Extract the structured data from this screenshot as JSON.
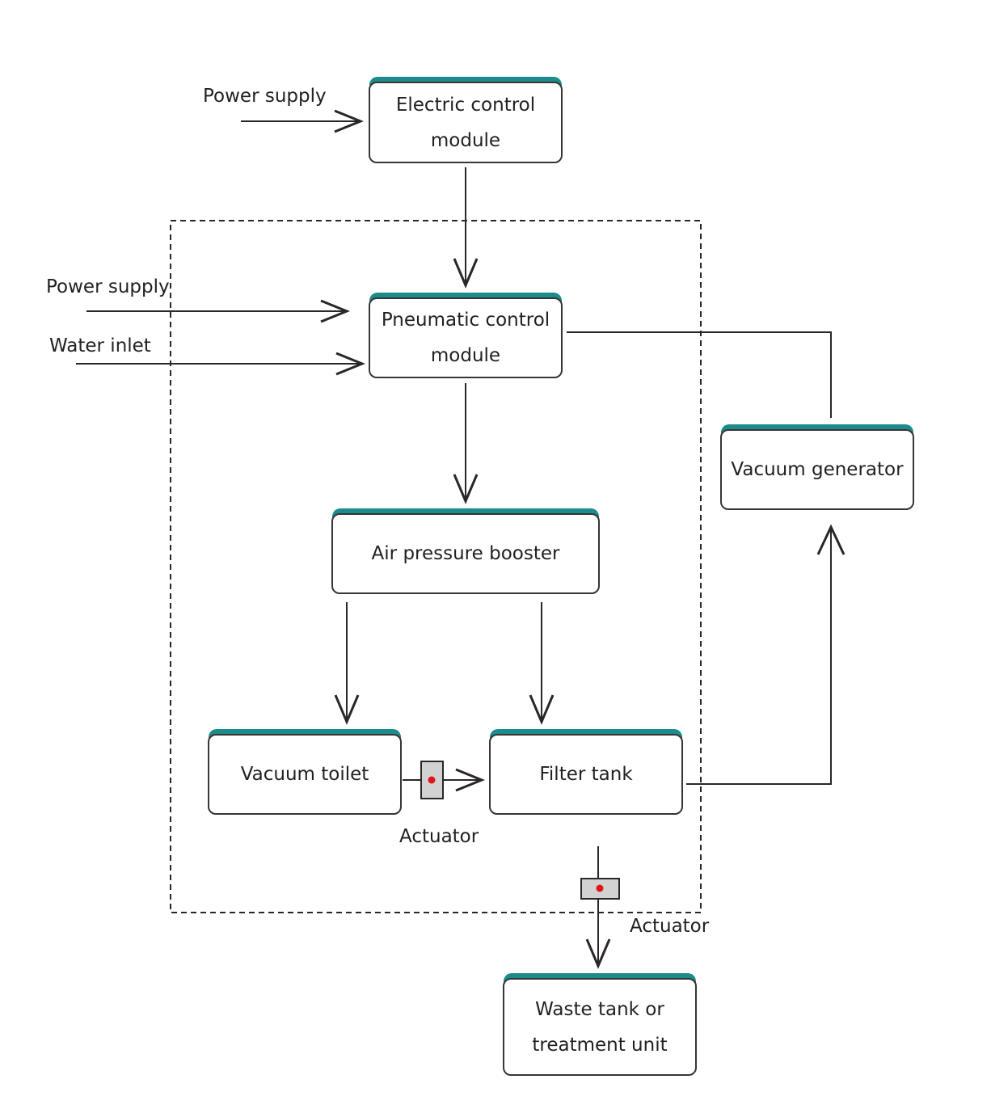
{
  "colors": {
    "accent_band": "#1b8c8c",
    "stroke": "#2b2627",
    "actuator_fill": "#d2d2d2",
    "actuator_dot": "#e0161b"
  },
  "nodes": {
    "electric_control": {
      "line1": "Electric control",
      "line2": "module"
    },
    "pneumatic_control": {
      "line1": "Pneumatic control",
      "line2": "module"
    },
    "air_pressure_booster": {
      "line1": "Air pressure booster"
    },
    "vacuum_toilet": {
      "line1": "Vacuum toilet"
    },
    "filter_tank": {
      "line1": "Filter tank"
    },
    "vacuum_generator": {
      "line1": "Vacuum generator"
    },
    "waste_tank": {
      "line1": "Waste tank or",
      "line2": "treatment unit"
    }
  },
  "inputs": {
    "power_supply_top": "Power supply",
    "power_supply_left": "Power supply",
    "water_inlet": "Water inlet"
  },
  "actuators": {
    "toilet_to_filter": "Actuator",
    "filter_to_waste": "Actuator"
  },
  "edges": [
    {
      "from": "Power supply",
      "to": "Electric control module"
    },
    {
      "from": "Electric control module",
      "to": "Pneumatic control module"
    },
    {
      "from": "Power supply",
      "to": "Pneumatic control module"
    },
    {
      "from": "Water inlet",
      "to": "Pneumatic control module"
    },
    {
      "from": "Pneumatic control module",
      "to": "Air pressure booster"
    },
    {
      "from": "Pneumatic control module",
      "to": "Vacuum generator"
    },
    {
      "from": "Air pressure booster",
      "to": "Vacuum toilet"
    },
    {
      "from": "Air pressure booster",
      "to": "Filter tank"
    },
    {
      "from": "Vacuum toilet",
      "to": "Filter tank",
      "via": "Actuator"
    },
    {
      "from": "Filter tank",
      "to": "Vacuum generator"
    },
    {
      "from": "Filter tank",
      "to": "Waste tank or treatment unit",
      "via": "Actuator"
    }
  ]
}
